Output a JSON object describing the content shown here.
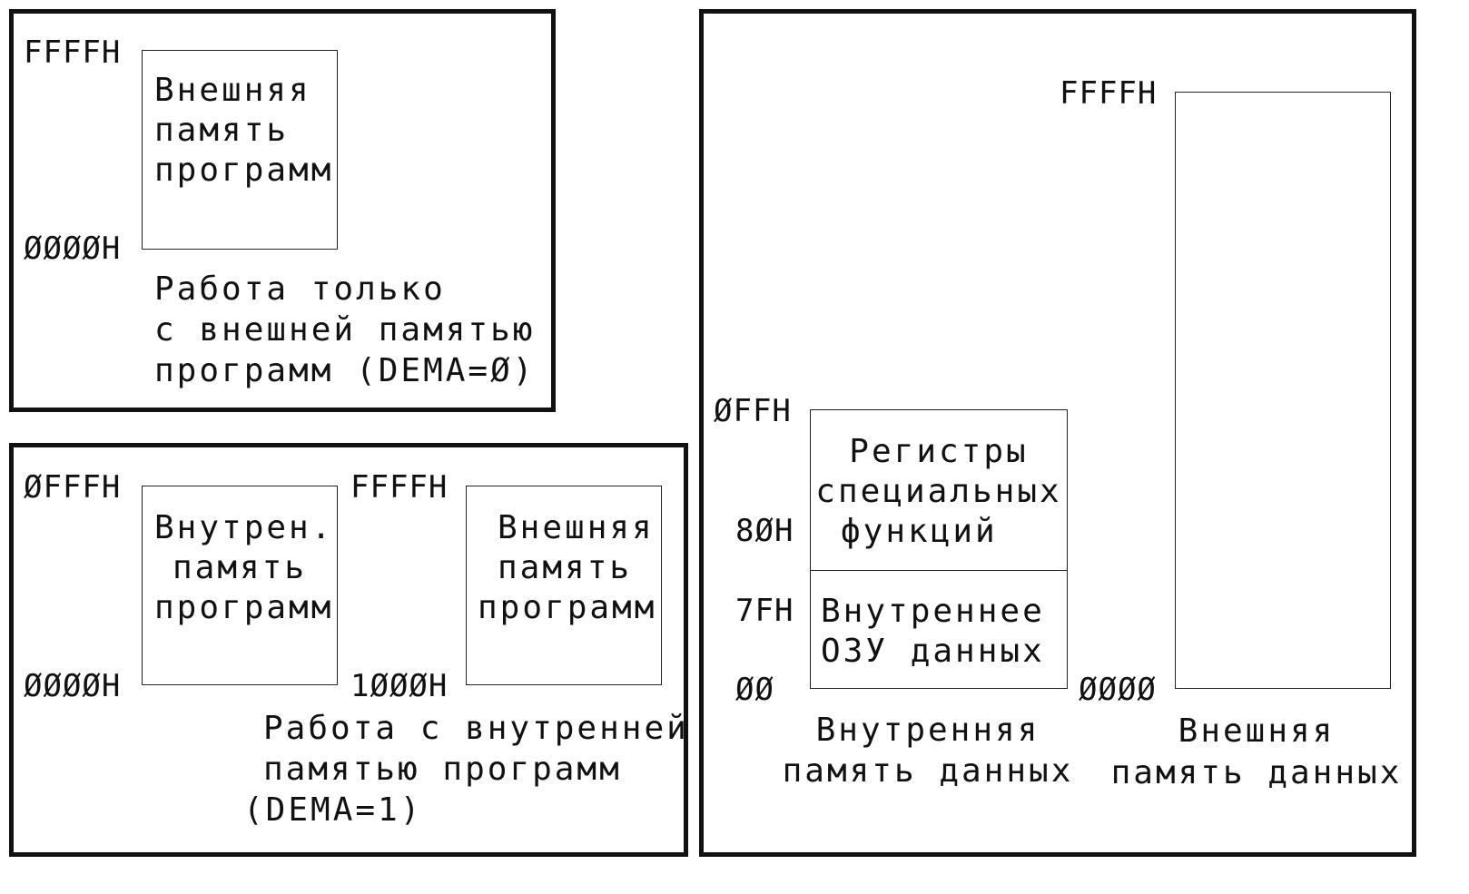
{
  "panel_external_only": {
    "addr_top": "FFFFH",
    "addr_bottom": "ØØØØH",
    "box_lines": [
      "Внешняя",
      "память",
      "программ"
    ],
    "caption_lines": [
      "Работа только",
      "с внешней памятью",
      "программ (DEMA=Ø)"
    ]
  },
  "panel_internal": {
    "left_addr_top": "ØFFFH",
    "left_addr_bottom": "ØØØØH",
    "left_box_lines": [
      "Внутрен.",
      "память",
      "программ"
    ],
    "right_addr_top": "FFFFH",
    "right_addr_bottom": "1ØØØH",
    "right_box_lines": [
      "Внешняя",
      "память",
      "программ"
    ],
    "caption_lines": [
      "Работа с внутренней",
      "памятью программ",
      "(DEMA=1)"
    ]
  },
  "panel_data_memory": {
    "int_addr_top": "ØFFH",
    "int_addr_80": "8ØH",
    "int_addr_7f": "7FH",
    "int_addr_bottom": "ØØ",
    "sfr_lines": [
      "Регистры",
      "специальных",
      "функций"
    ],
    "ram_lines": [
      "Внутреннее",
      "ОЗУ данных"
    ],
    "int_caption_lines": [
      "Внутренняя",
      "память данных"
    ],
    "ext_addr_top": "FFFFH",
    "ext_addr_bottom": "ØØØØ",
    "ext_caption_lines": [
      "Внешняя",
      "память данных"
    ]
  }
}
